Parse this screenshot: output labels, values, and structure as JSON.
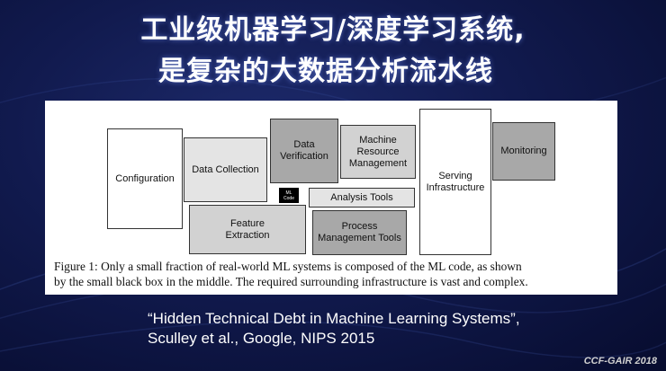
{
  "title": {
    "line1": "工业级机器学习/深度学习系统,",
    "line2": "是复杂的大数据分析流水线"
  },
  "diagram": {
    "nodes": {
      "configuration": "Configuration",
      "data_collection": "Data Collection",
      "data_verification": "Data\nVerification",
      "machine_resource_management": "Machine\nResource\nManagement",
      "serving_infrastructure": "Serving\nInfrastructure",
      "monitoring": "Monitoring",
      "ml_code": "ML\nCode",
      "analysis_tools": "Analysis Tools",
      "feature_extraction": "Feature\nExtraction",
      "process_management_tools": "Process\nManagement Tools"
    },
    "caption": "Figure 1: Only a small fraction of real-world ML systems is composed of the ML code, as shown\nby the small black box in the middle. The required surrounding infrastructure is vast and complex."
  },
  "citation": {
    "line1": "“Hidden Technical Debt in Machine Learning Systems”,",
    "line2": "Sculley et al., Google, NIPS 2015"
  },
  "footer": "CCF-GAIR 2018",
  "colors": {
    "background": "#111a4e",
    "panel": "#ffffff",
    "ml_code": "#000000"
  }
}
